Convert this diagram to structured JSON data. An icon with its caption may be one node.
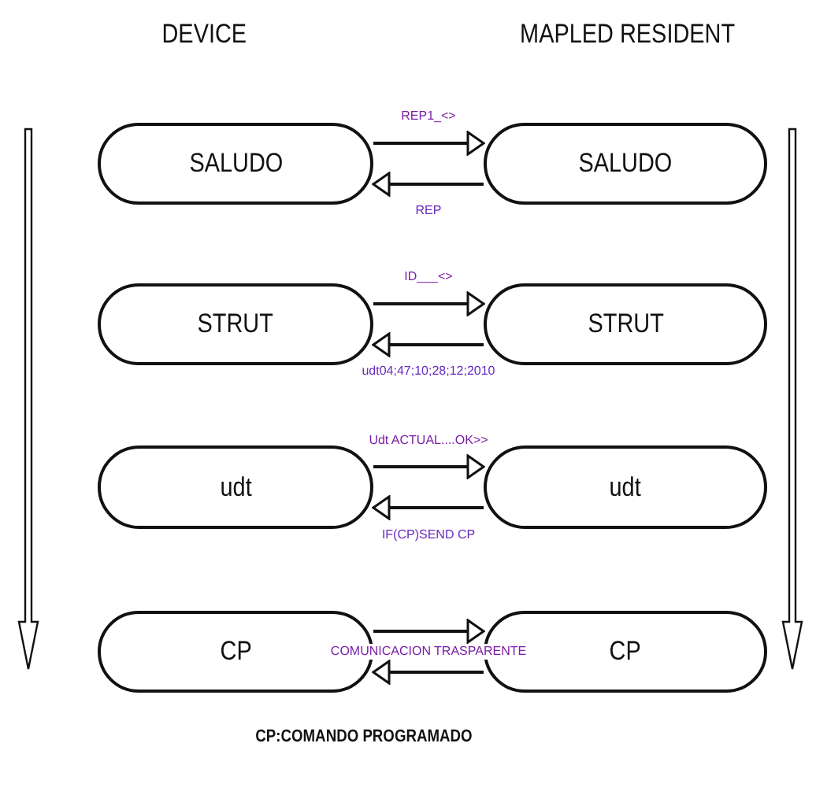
{
  "diagram": {
    "nodes": [
      {
        "text": [
          "SALUDO"
        ]
      },
      {
        "text": [
          "SALUDO"
        ]
      },
      {
        "text": [
          "STRUT"
        ]
      },
      {
        "text": [
          "STRUT"
        ]
      },
      {
        "text": [
          "udt"
        ]
      },
      {
        "text": [
          "udt"
        ]
      },
      {
        "text": [
          "CP"
        ]
      },
      {
        "text": [
          "CP"
        ]
      }
    ],
    "edges": [
      {
        "from": 0,
        "to": 1,
        "arrow": "to",
        "label": "REP1_<>"
      },
      {
        "from": 1,
        "to": 0,
        "arrow": "to",
        "label": "REP"
      },
      {
        "from": 2,
        "to": 3,
        "arrow": "to",
        "label": "ID___<>"
      },
      {
        "from": 3,
        "to": 2,
        "arrow": "to",
        "label": "udt04;47;10;28;12;2010"
      },
      {
        "from": 4,
        "to": 5,
        "arrow": "to",
        "label": "Udt ACTUAL....OK>>"
      },
      {
        "from": 5,
        "to": 4,
        "arrow": "to",
        "label": "IF(CP)SEND CP"
      },
      {
        "from": 6,
        "to": 7,
        "arrow": "to",
        "label": "COMUNICACION TRASPARENTE"
      },
      {
        "from": 7,
        "to": 6,
        "arrow": "to"
      }
    ],
    "labels": [
      "DEVICE",
      "MAPLED RESIDENT",
      "CP:COMANDO PROGRAMADO"
    ]
  }
}
